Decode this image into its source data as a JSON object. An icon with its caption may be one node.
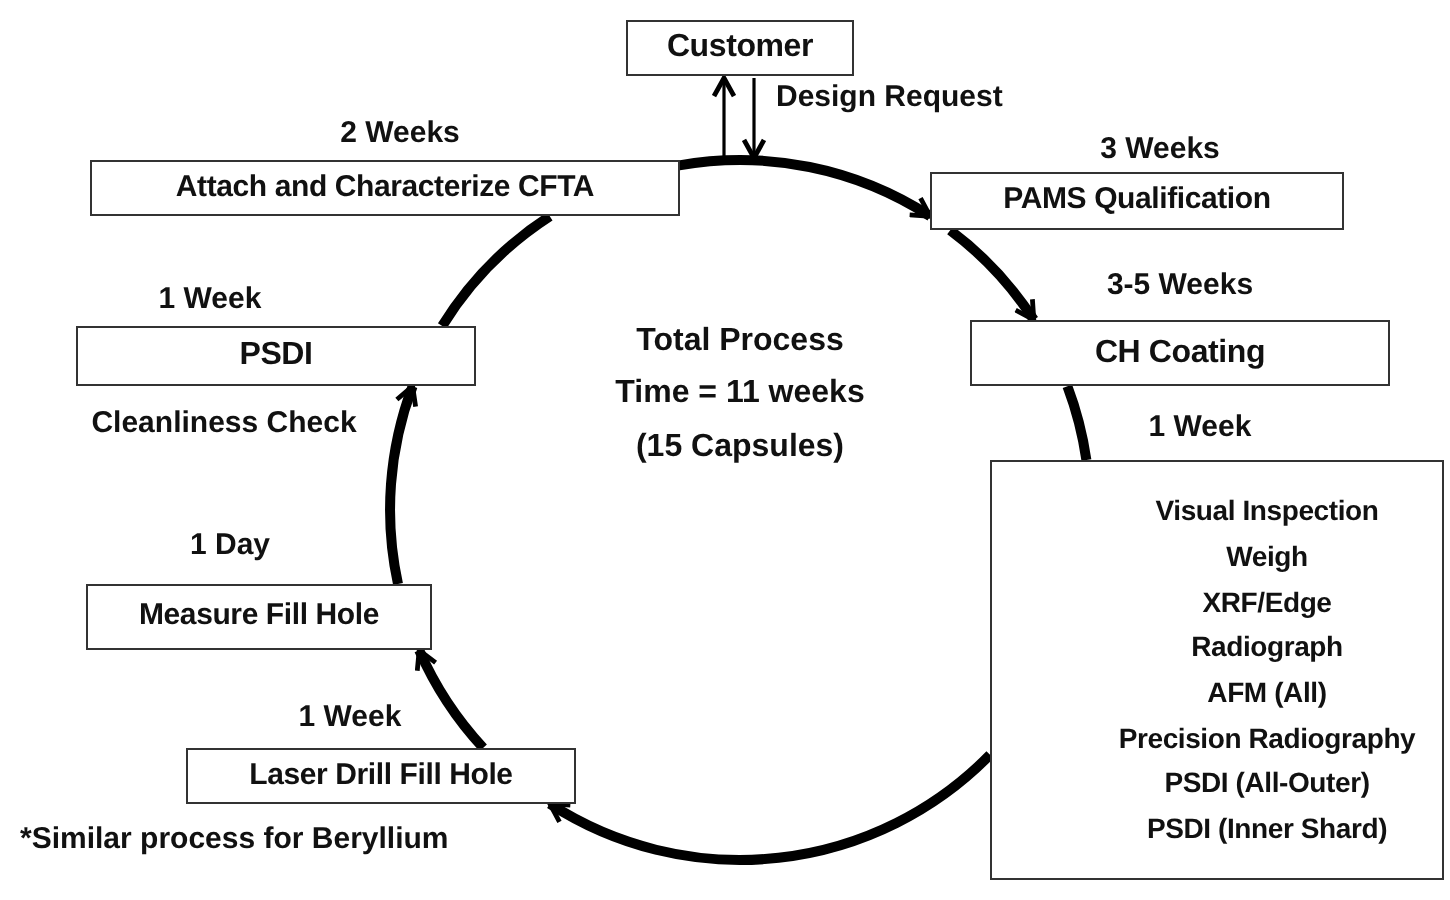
{
  "diagram": {
    "nodes": [
      {
        "text": [
          "Customer"
        ]
      },
      {
        "text": [
          "Attach and Characterize CFTA"
        ],
        "beside": [
          "2 Weeks"
        ]
      },
      {
        "text": [
          "PAMS Qualification"
        ],
        "beside": [
          "3 Weeks"
        ]
      },
      {
        "text": [
          "CH Coating"
        ],
        "beside": [
          "3-5 Weeks"
        ]
      },
      {
        "text": [
          "Visual Inspection",
          "Weigh",
          "XRF/Edge",
          "Radiograph",
          "AFM (All)",
          "Precision Radiography",
          "PSDI (All-Outer)",
          "PSDI (Inner Shard)"
        ],
        "beside": [
          "1 Week"
        ]
      },
      {
        "text": [
          "Laser Drill Fill Hole"
        ],
        "beside": [
          "1 Week"
        ]
      },
      {
        "text": [
          "Measure Fill Hole"
        ],
        "beside": [
          "1 Day"
        ]
      },
      {
        "text": [
          "PSDI"
        ],
        "beside": [
          "1 Week",
          "Cleanliness Check"
        ]
      }
    ],
    "edges": [
      {
        "from": 1,
        "to": 2,
        "arrow": "to"
      },
      {
        "from": 2,
        "to": 3,
        "arrow": "to"
      },
      {
        "from": 3,
        "to": 4,
        "arrow": "none"
      },
      {
        "from": 4,
        "to": 5,
        "arrow": "to"
      },
      {
        "from": 5,
        "to": 6,
        "arrow": "to"
      },
      {
        "from": 6,
        "to": 7,
        "arrow": "to"
      },
      {
        "from": 7,
        "to": 1,
        "arrow": "none"
      },
      {
        "from": null,
        "to": 0,
        "arrow": "to"
      },
      {
        "from": 0,
        "to": null,
        "arrow": "to",
        "label": "Design Request"
      }
    ],
    "labels": [
      "Total Process Time = 11 weeks (15 Capsules)",
      "*Similar process for Beryllium"
    ]
  }
}
